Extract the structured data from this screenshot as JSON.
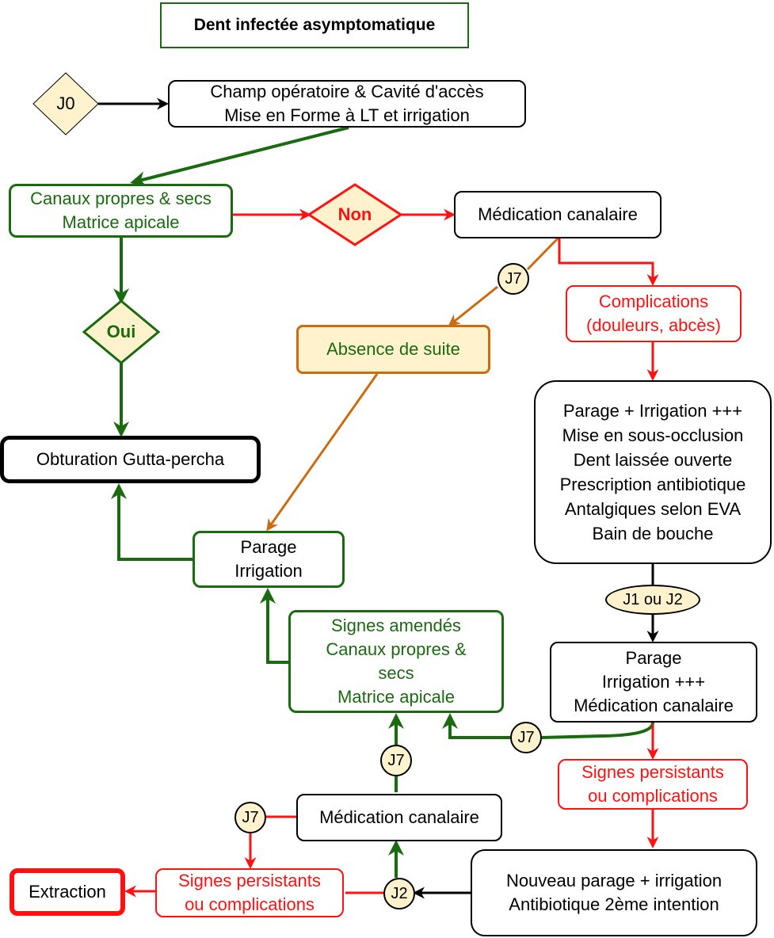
{
  "title": "Dent infectée asymptomatique",
  "colors": {
    "green": "#1a6b0f",
    "red": "#ff1111",
    "orange": "#cc6b10",
    "cream": "#fff2cc",
    "black": "#000000"
  },
  "nodes": {
    "j0": "J0",
    "champ": {
      "line1": "Champ opératoire & Cavité d'accès",
      "line2": "Mise en Forme à LT et irrigation"
    },
    "canaux": {
      "line1": "Canaux propres & secs",
      "line2": "Matrice apicale"
    },
    "non": "Non",
    "oui": "Oui",
    "medication_top": "Médication canalaire",
    "complications": {
      "line1": "Complications",
      "line2": "(douleurs, abcès)"
    },
    "absence": "Absence de suite",
    "traitement": [
      "Parage + Irrigation +++",
      "Mise en sous-occlusion",
      "Dent laissée ouverte",
      "Prescription antibiotique",
      "Antalgiques selon EVA",
      "Bain de bouche"
    ],
    "obturation": "Obturation Gutta-percha",
    "parage_irrigation": {
      "line1": "Parage",
      "line2": "Irrigation"
    },
    "signes_amendes": [
      "Signes amendés",
      "Canaux propres &",
      "secs",
      "Matrice apicale"
    ],
    "parage_medication": [
      "Parage",
      "Irrigation +++",
      "Médication canalaire"
    ],
    "signes_persistants_right": {
      "line1": "Signes persistants",
      "line2": "ou complications"
    },
    "medication_bottom": "Médication canalaire",
    "nouveau": {
      "line1": "Nouveau parage + irrigation",
      "line2": "Antibiotique 2ème intention"
    },
    "signes_persistants_left": {
      "line1": "Signes persistants",
      "line2": "ou complications"
    },
    "extraction": "Extraction"
  },
  "delays": {
    "j7_a": "J7",
    "j1_j2": "J1 ou J2",
    "j7_b": "J7",
    "j7_c": "J7",
    "j7_d": "J7",
    "j2": "J2"
  }
}
